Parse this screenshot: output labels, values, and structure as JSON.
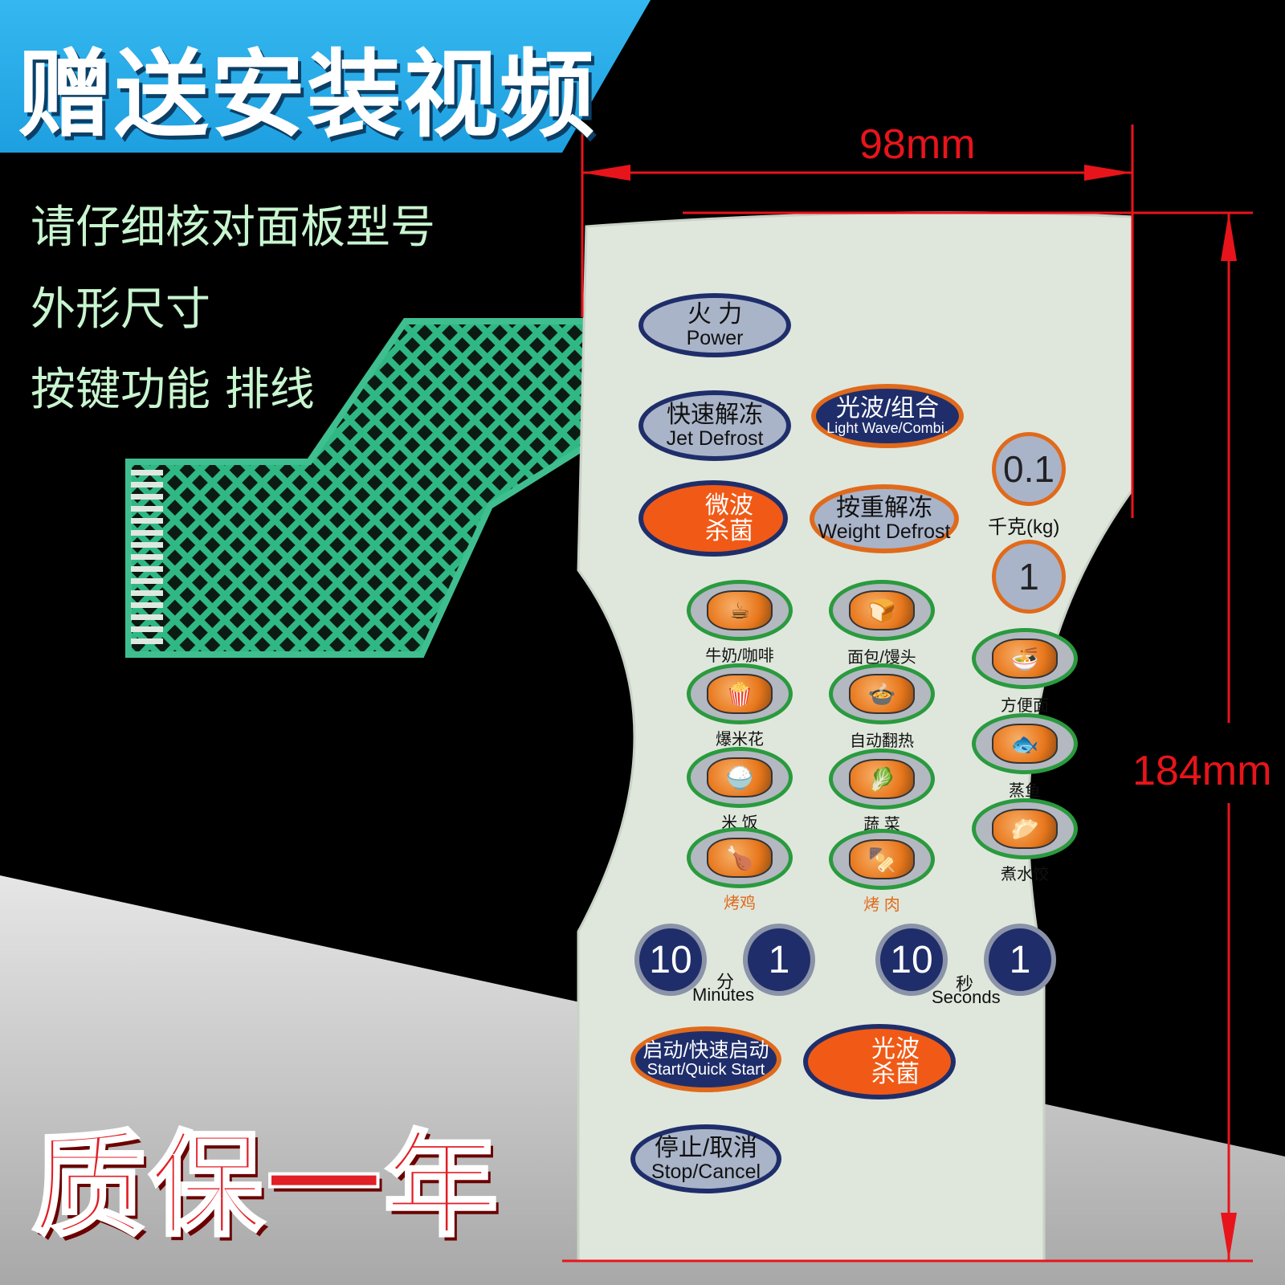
{
  "banner": {
    "title": "赠送安装视频"
  },
  "info_lines": [
    "请仔细核对面板型号",
    "外形尺寸",
    "按键功能  排线"
  ],
  "warranty": "质保一年",
  "dimensions": {
    "width": "98mm",
    "height": "184mm"
  },
  "panel": {
    "power": {
      "cn": "火 力",
      "en": "Power"
    },
    "jet_defrost": {
      "cn": "快速解冻",
      "en": "Jet Defrost"
    },
    "light_wave": {
      "cn": "光波/组合",
      "en": "Light Wave/Combi."
    },
    "microwave_sterilize": {
      "cn1": "微波",
      "cn2": "杀菌"
    },
    "weight_defrost": {
      "cn": "按重解冻",
      "en": "Weight Defrost"
    },
    "weight_01": "0.1",
    "weight_unit": "千克(kg)",
    "weight_1": "1",
    "foods": {
      "milk": "牛奶/咖啡",
      "bread": "面包/馒头",
      "noodles": "方便面",
      "popcorn": "爆米花",
      "reheat": "自动翻热",
      "fish": "蒸鱼",
      "rice": "米 饭",
      "vegetable": "蔬 菜",
      "dumpling": "煮水饺",
      "chicken": "烤鸡",
      "meat": "烤 肉"
    },
    "min10": "10",
    "min1": "1",
    "minutes_cn": "分",
    "minutes_en": "Minutes",
    "sec10": "10",
    "sec1": "1",
    "seconds_cn": "秒",
    "seconds_en": "Seconds",
    "start": {
      "cn": "启动/快速启动",
      "en": "Start/Quick Start"
    },
    "lightwave_sterilize": {
      "cn1": "光波",
      "cn2": "杀菌"
    },
    "stop": {
      "cn": "停止/取消",
      "en": "Stop/Cancel"
    }
  },
  "colors": {
    "banner_blue": "#1e9fe0",
    "dimension_red": "#e8141b",
    "warranty_red": "#e21e26",
    "panel_bg": "#dfe7dc",
    "navy": "#1f2e6a",
    "orange": "#f05a16",
    "food_green": "#2a9a3e"
  }
}
